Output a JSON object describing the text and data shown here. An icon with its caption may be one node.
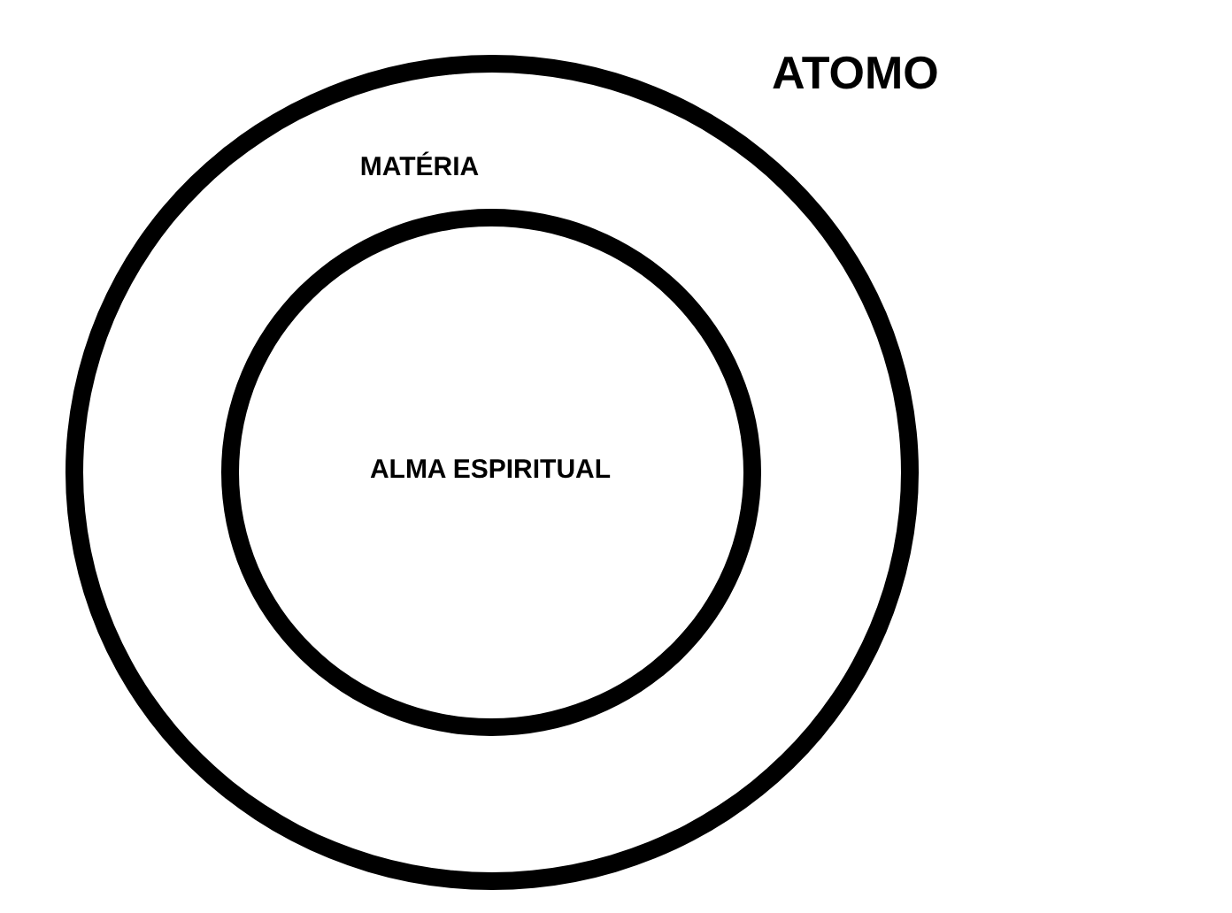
{
  "diagram": {
    "title": "ATOMO",
    "nodes": [
      {
        "text": [
          "MATÉRIA"
        ]
      },
      {
        "text": [
          "ALMA ESPIRITUAL"
        ],
        "in": 0
      }
    ]
  }
}
